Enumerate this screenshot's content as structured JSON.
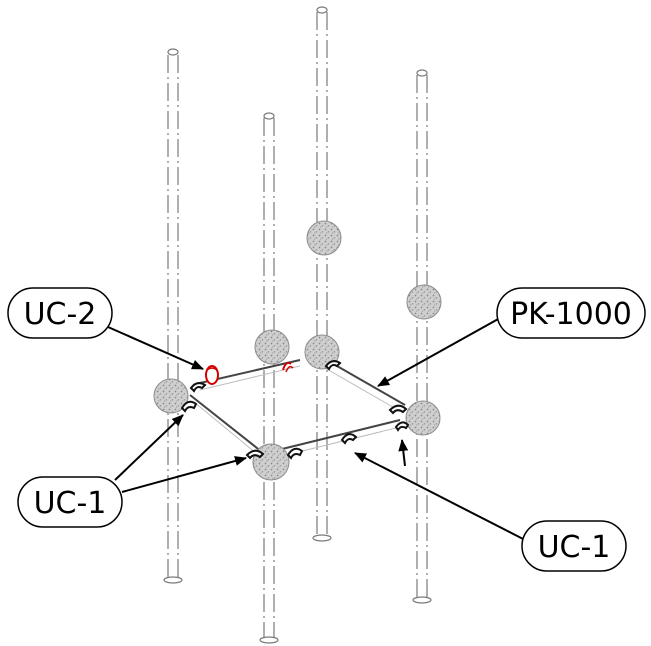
{
  "labels": {
    "uc2": "UC-2",
    "pk1000": "PK-1000",
    "uc1_left": "UC-1",
    "uc1_right": "UC-1"
  },
  "colors": {
    "highlight_clamp": "#d40000",
    "ball_fill": "#c8c8c8",
    "leader": "#000000"
  }
}
